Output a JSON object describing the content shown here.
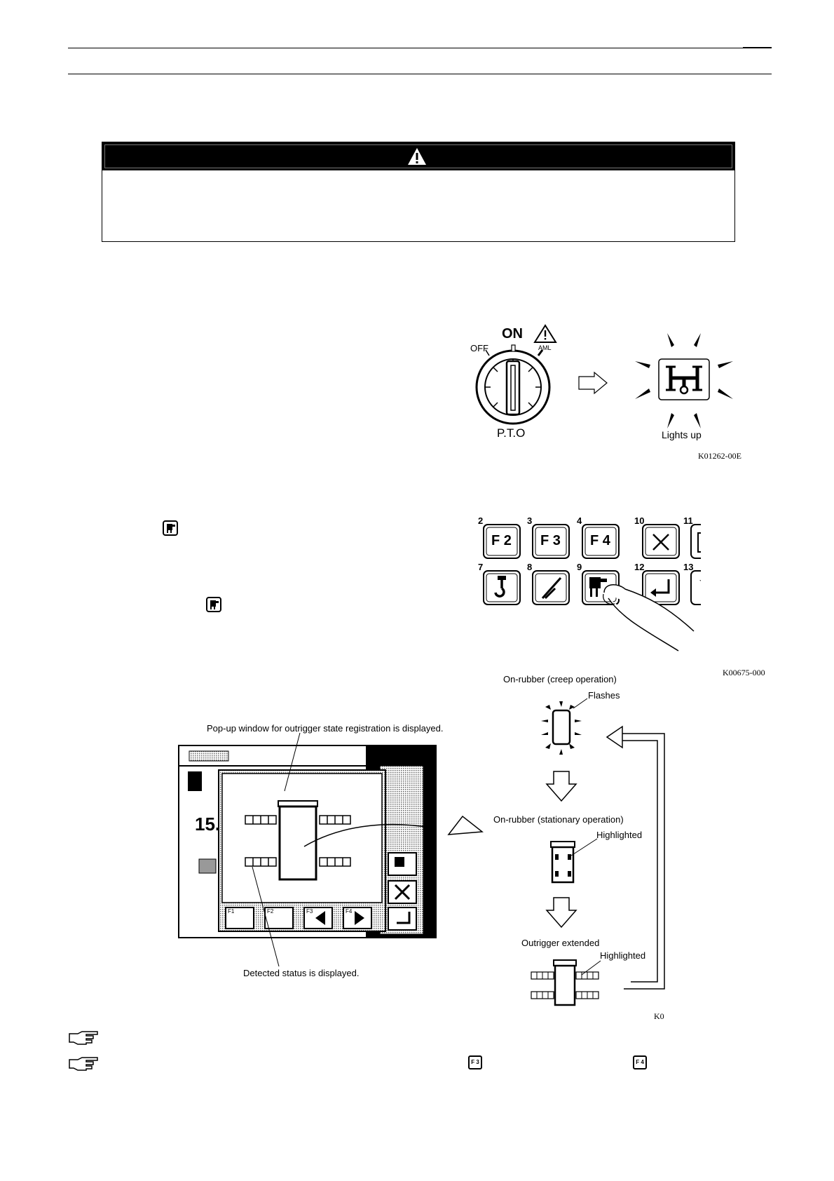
{
  "switch_figure": {
    "off_label": "OFF",
    "on_label": "ON",
    "aml_label": "AML",
    "pto_label": "P.T.O",
    "lights_up_label": "Lights up",
    "figure_code": "K01262-00E"
  },
  "keypad_figure": {
    "keys": [
      {
        "number": "2",
        "label": "F 2",
        "icon": "f2-key"
      },
      {
        "number": "3",
        "label": "F 3",
        "icon": "f3-key"
      },
      {
        "number": "4",
        "label": "F 4",
        "icon": "f4-key"
      },
      {
        "number": "10",
        "label": "",
        "icon": "close-x-icon"
      },
      {
        "number": "11",
        "label": "",
        "icon": "page-icon"
      },
      {
        "number": "7",
        "label": "",
        "icon": "hook-icon"
      },
      {
        "number": "8",
        "label": "",
        "icon": "boom-icon"
      },
      {
        "number": "9",
        "label": "",
        "icon": "outrigger-registration-icon"
      },
      {
        "number": "12",
        "label": "",
        "icon": "enter-icon"
      },
      {
        "number": "13",
        "label": "",
        "icon": "operator-icon"
      }
    ],
    "figure_code": "K00675-000"
  },
  "screen_figure": {
    "popup_caption": "Pop-up window for outrigger state registration is displayed.",
    "detected_caption": "Detected status is displayed.",
    "left_value": "15.",
    "fkeys": [
      "F1",
      "F2",
      "F3",
      "F4"
    ],
    "states": {
      "creep_title": "On-rubber (creep operation)",
      "creep_note": "Flashes",
      "stationary_title": "On-rubber (stationary operation)",
      "stationary_note": "Highlighted",
      "extended_title": "Outrigger extended",
      "extended_note": "Highlighted"
    },
    "figure_code": "K0"
  },
  "notes": {
    "f3_key": "F 3",
    "f4_key": "F 4"
  }
}
